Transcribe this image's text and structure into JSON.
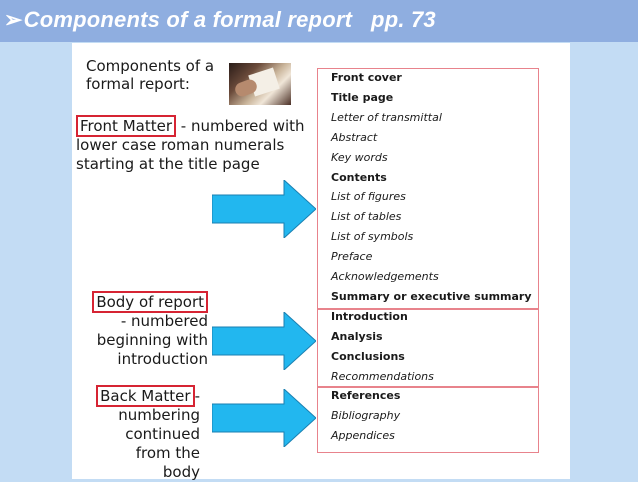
{
  "slide": {
    "title": "Components of a formal report   pp. 73",
    "bullet": "➢"
  },
  "figure": {
    "heading_line1": "Components of a",
    "heading_line2": "formal report:",
    "front_matter": {
      "boxed": "Front Matter",
      "rest_line1": "- numbered with",
      "line2": "lower case roman numerals",
      "line3": "starting at the title page"
    },
    "body_of_report": {
      "boxed": "Body of report",
      "line2": "- numbered",
      "line3": "beginning with",
      "line4": "introduction"
    },
    "back_matter": {
      "boxed": "Back Matter",
      "rest_line1": "-",
      "line2": "numbering",
      "line3": "continued",
      "line4": "from the body"
    },
    "front_list": [
      {
        "text": "Front cover",
        "style": "bold"
      },
      {
        "text": "Title page",
        "style": "bold"
      },
      {
        "text": "Letter of transmittal",
        "style": "italic"
      },
      {
        "text": "Abstract",
        "style": "italic"
      },
      {
        "text": "Key words",
        "style": "italic"
      },
      {
        "text": "Contents",
        "style": "bold"
      },
      {
        "text": "List of figures",
        "style": "italic"
      },
      {
        "text": "List of tables",
        "style": "italic"
      },
      {
        "text": "List of symbols",
        "style": "italic"
      },
      {
        "text": "Preface",
        "style": "italic"
      },
      {
        "text": "Acknowledgements",
        "style": "italic"
      },
      {
        "text": "Summary or executive summary",
        "style": "bold"
      }
    ],
    "body_list": [
      {
        "text": "Introduction",
        "style": "bold"
      },
      {
        "text": "Analysis",
        "style": "bold"
      },
      {
        "text": "Conclusions",
        "style": "bold"
      },
      {
        "text": "Recommendations",
        "style": "italic"
      }
    ],
    "back_list": [
      {
        "text": "References",
        "style": "bold"
      },
      {
        "text": "Bibliography",
        "style": "italic"
      },
      {
        "text": "Appendices",
        "style": "italic"
      }
    ],
    "colors": {
      "box_red": "#d62433",
      "list_border": "#e8838c",
      "arrow_fill": "#22b7ef",
      "title_bar": "#8faee0",
      "background": "#c3dcf4"
    }
  }
}
